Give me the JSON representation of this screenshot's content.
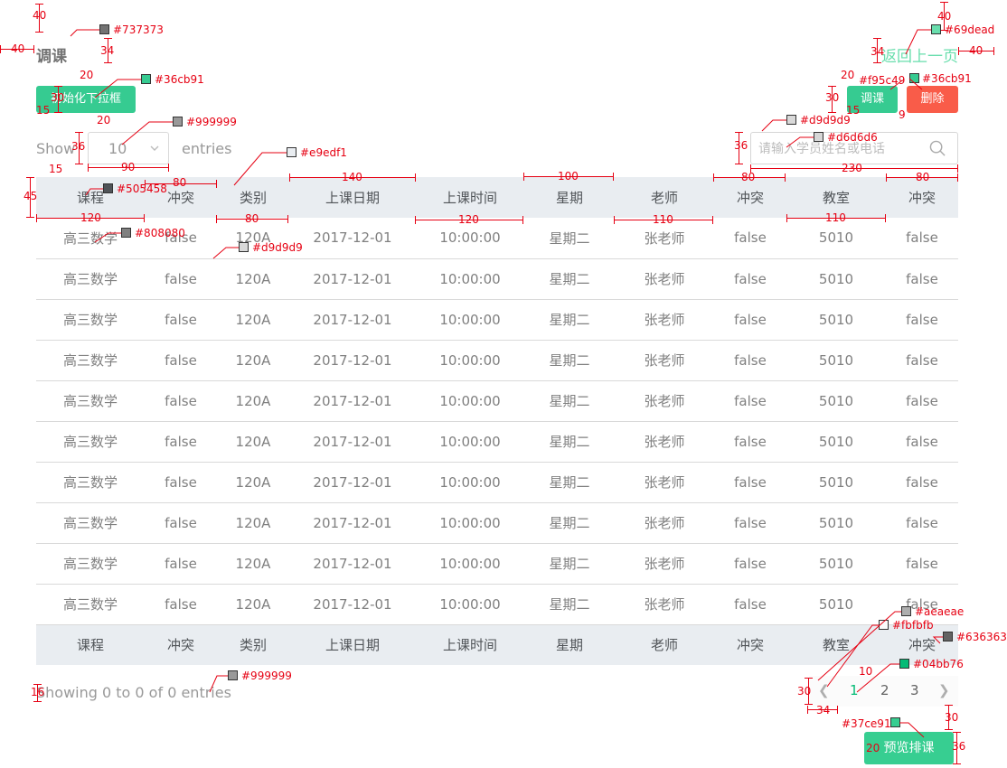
{
  "header": {
    "title": "调课",
    "back_link": "返回上一页"
  },
  "toolbar": {
    "init_button": "初始化下拉框",
    "adjust_button": "调课",
    "delete_button": "删除",
    "show_label": "Show",
    "entries_label": "entries",
    "page_size": "10",
    "search_placeholder": "请输入学员姓名或电话"
  },
  "table": {
    "columns": [
      "课程",
      "冲突",
      "类别",
      "上课日期",
      "上课时间",
      "星期",
      "老师",
      "冲突",
      "教室",
      "冲突"
    ],
    "rows": [
      [
        "高三数学",
        "false",
        "120A",
        "2017-12-01",
        "10:00:00",
        "星期二",
        "张老师",
        "false",
        "5010",
        "false"
      ],
      [
        "高三数学",
        "false",
        "120A",
        "2017-12-01",
        "10:00:00",
        "星期二",
        "张老师",
        "false",
        "5010",
        "false"
      ],
      [
        "高三数学",
        "false",
        "120A",
        "2017-12-01",
        "10:00:00",
        "星期二",
        "张老师",
        "false",
        "5010",
        "false"
      ],
      [
        "高三数学",
        "false",
        "120A",
        "2017-12-01",
        "10:00:00",
        "星期二",
        "张老师",
        "false",
        "5010",
        "false"
      ],
      [
        "高三数学",
        "false",
        "120A",
        "2017-12-01",
        "10:00:00",
        "星期二",
        "张老师",
        "false",
        "5010",
        "false"
      ],
      [
        "高三数学",
        "false",
        "120A",
        "2017-12-01",
        "10:00:00",
        "星期二",
        "张老师",
        "false",
        "5010",
        "false"
      ],
      [
        "高三数学",
        "false",
        "120A",
        "2017-12-01",
        "10:00:00",
        "星期二",
        "张老师",
        "false",
        "5010",
        "false"
      ],
      [
        "高三数学",
        "false",
        "120A",
        "2017-12-01",
        "10:00:00",
        "星期二",
        "张老师",
        "false",
        "5010",
        "false"
      ],
      [
        "高三数学",
        "false",
        "120A",
        "2017-12-01",
        "10:00:00",
        "星期二",
        "张老师",
        "false",
        "5010",
        "false"
      ],
      [
        "高三数学",
        "false",
        "120A",
        "2017-12-01",
        "10:00:00",
        "星期二",
        "张老师",
        "false",
        "5010",
        "false"
      ]
    ]
  },
  "footer": {
    "info": "Showing 0 to 0 of 0 entries",
    "pages": [
      "1",
      "2",
      "3"
    ],
    "prev": "❮",
    "next": "❯",
    "preview_button": "预览排课"
  },
  "colors": {
    "title": "#737373",
    "back_link": "#69dead",
    "primary_button": "#36cb91",
    "danger_button": "#f95c49",
    "preview_button": "#37ce91",
    "muted_text": "#999999",
    "select_border": "#d9d9d9",
    "search_border": "#d6d6d6",
    "header_bg": "#e9edf1",
    "header_text": "#505458",
    "cell_text": "#808080",
    "row_divider": "#d9d9d9",
    "pager_bg": "#fbfbfb",
    "pager_text": "#636363",
    "pager_active": "#04bb76",
    "pager_arrow": "#aeaeae"
  },
  "annotations": {
    "measure_labels": [
      "40",
      "40",
      "34",
      "20",
      "30",
      "15",
      "20",
      "36",
      "15",
      "90",
      "80",
      "45",
      "120",
      "140",
      "100",
      "80",
      "230",
      "80",
      "80",
      "120",
      "110",
      "110",
      "40",
      "40",
      "34",
      "20",
      "30",
      "15",
      "9",
      "36",
      "16",
      "30",
      "34",
      "10",
      "30",
      "36",
      "20"
    ],
    "color_tags": [
      "#737373",
      "#36cb91",
      "#999999",
      "#e9edf1",
      "#505458",
      "#808080",
      "#d9d9d9",
      "#69dead",
      "#f95c49",
      "#36cb91",
      "#d9d9d9",
      "#d6d6d6",
      "#aeaeae",
      "#fbfbfb",
      "#636363",
      "#04bb76",
      "#999999",
      "#37ce91"
    ]
  }
}
